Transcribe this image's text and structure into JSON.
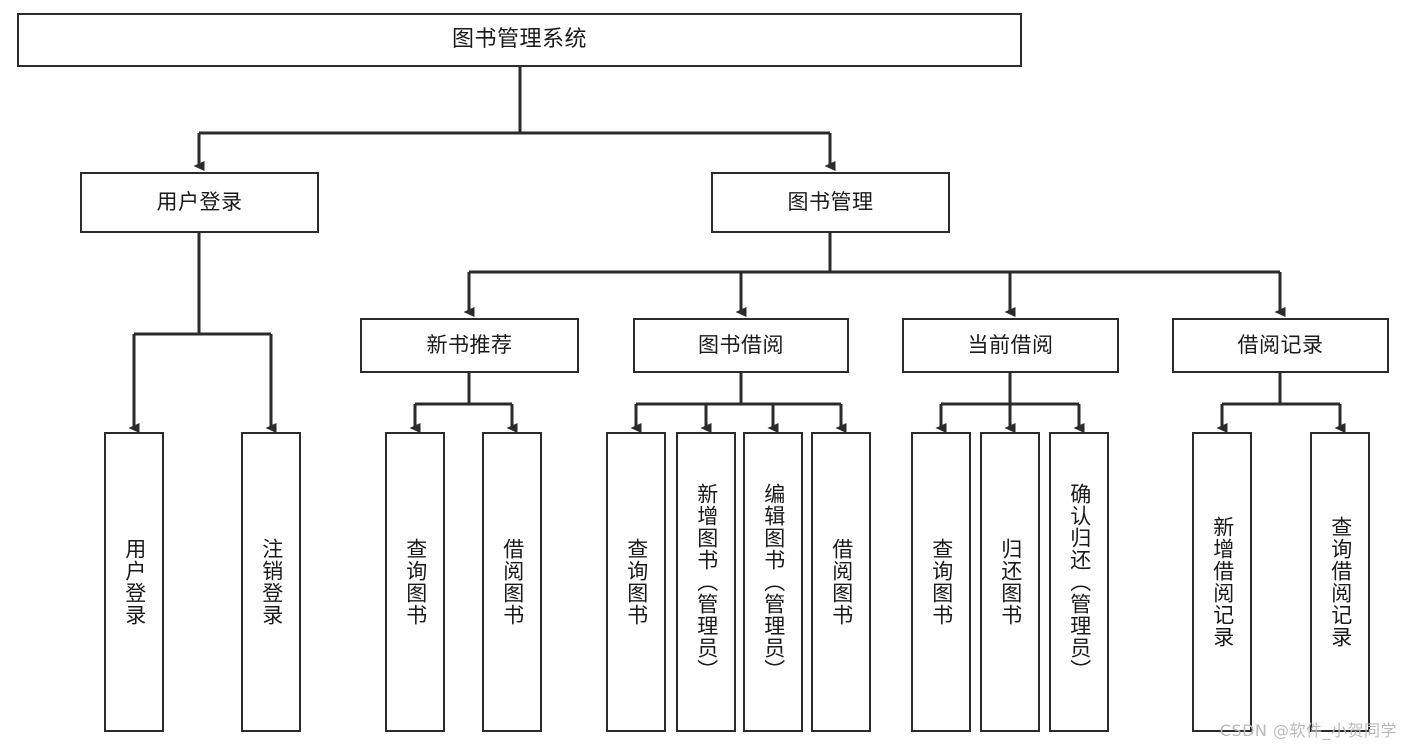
{
  "diagram": {
    "title": "图书管理系统",
    "type": "hierarchy-tree",
    "watermark": "CSDN @软件_小贺同学",
    "colors": {
      "stroke": "#2b2b2b",
      "fill": "#ffffff",
      "text": "#1a1a1a",
      "watermark": "#b9b9b9"
    },
    "nodes": {
      "root": {
        "label": "图书管理系统"
      },
      "level1": [
        {
          "id": "user-login",
          "label": "用户登录"
        },
        {
          "id": "book-manage",
          "label": "图书管理"
        }
      ],
      "level2": [
        {
          "id": "new-book-rec",
          "label": "新书推荐"
        },
        {
          "id": "book-borrow",
          "label": "图书借阅"
        },
        {
          "id": "current-borrow",
          "label": "当前借阅"
        },
        {
          "id": "borrow-record",
          "label": "借阅记录"
        }
      ],
      "leaves": {
        "user-login": [
          {
            "id": "leaf-user-login",
            "label": "用户登录"
          },
          {
            "id": "leaf-user-logout",
            "label": "注销登录"
          }
        ],
        "new-book-rec": [
          {
            "id": "leaf-query-book-1",
            "label": "查询图书"
          },
          {
            "id": "leaf-borrow-book-1",
            "label": "借阅图书"
          }
        ],
        "book-borrow": [
          {
            "id": "leaf-query-book-2",
            "label": "查询图书"
          },
          {
            "id": "leaf-add-book",
            "label": "新增图书（管理员）"
          },
          {
            "id": "leaf-edit-book",
            "label": "编辑图书（管理员）"
          },
          {
            "id": "leaf-borrow-book-2",
            "label": "借阅图书"
          }
        ],
        "current-borrow": [
          {
            "id": "leaf-query-book-3",
            "label": "查询图书"
          },
          {
            "id": "leaf-return-book",
            "label": "归还图书"
          },
          {
            "id": "leaf-confirm-return",
            "label": "确认归还（管理员）"
          }
        ],
        "borrow-record": [
          {
            "id": "leaf-add-record",
            "label": "新增借阅记录"
          },
          {
            "id": "leaf-query-record",
            "label": "查询借阅记录"
          }
        ]
      }
    }
  }
}
